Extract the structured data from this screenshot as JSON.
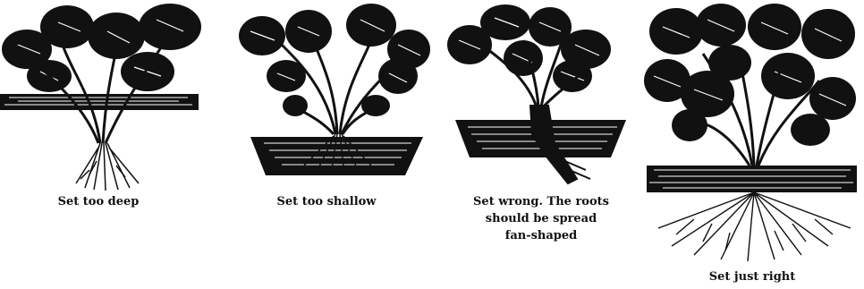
{
  "figures": [
    {
      "id": "too-deep",
      "caption": [
        "Set too deep"
      ]
    },
    {
      "id": "too-shallow",
      "caption": [
        "Set too shallow"
      ]
    },
    {
      "id": "wrong",
      "caption": [
        "Set wrong.  The roots",
        "should be spread",
        "fan-shaped"
      ]
    },
    {
      "id": "just-right",
      "caption": [
        "Set just right"
      ]
    }
  ],
  "colors": {
    "ink": "#111111",
    "paper": "#ffffff"
  }
}
